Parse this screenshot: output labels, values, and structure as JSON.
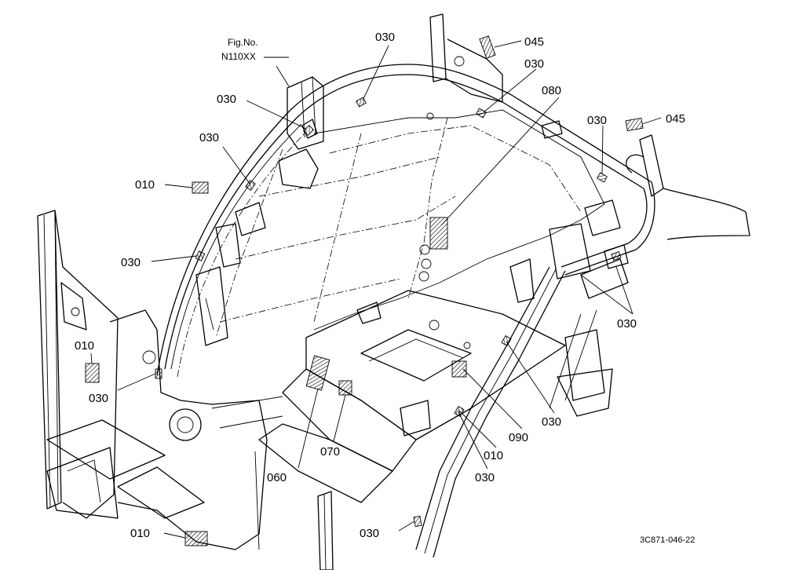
{
  "figure_ref": {
    "label": "Fig.No.",
    "number": "N110XX"
  },
  "drawing_code": "3C871-046-22",
  "callouts": {
    "c030_top": "030",
    "c045_top": "045",
    "c030_upper_right": "030",
    "c080": "080",
    "c030_left_a": "030",
    "c030_right": "030",
    "c045_right": "045",
    "c030_left_b": "030",
    "c010_left": "010",
    "c030_left_c": "030",
    "c030_right_lower": "030",
    "c010_mid_left": "010",
    "c030_mid_left": "030",
    "c030_center_right": "030",
    "c090": "090",
    "c070": "070",
    "c010_center": "010",
    "c060": "060",
    "c030_bottom_mid": "030",
    "c010_bottom": "010",
    "c030_bottom": "030"
  },
  "colors": {
    "line": "#000000",
    "background": "#ffffff"
  }
}
